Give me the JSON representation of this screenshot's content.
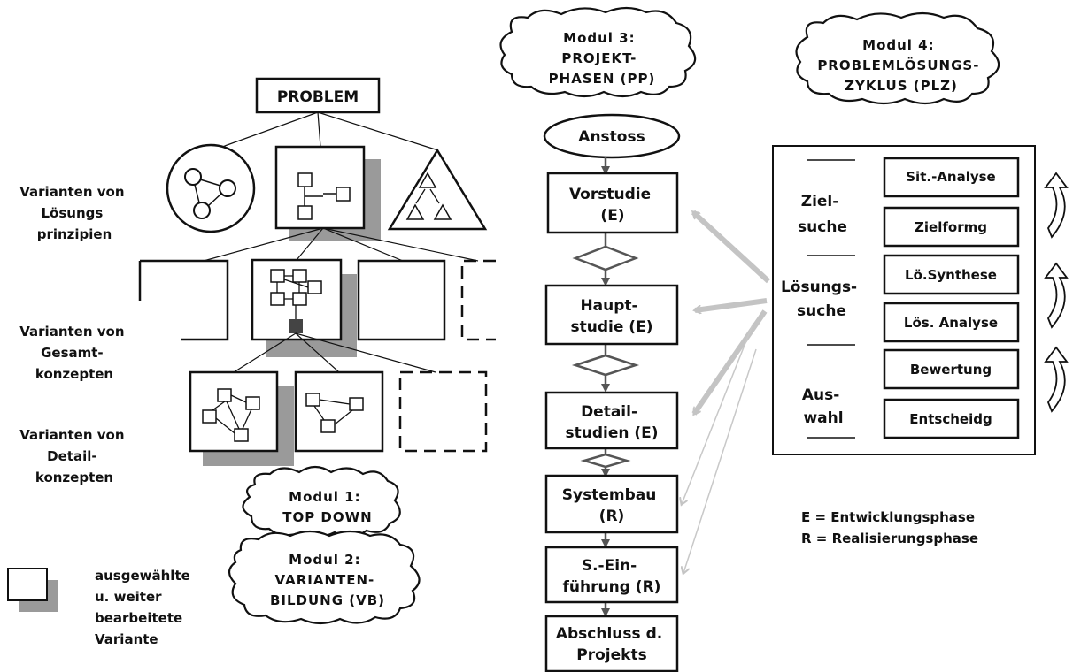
{
  "problem": "PROBLEM",
  "row_labels": {
    "loesungsprinzipien": [
      "Varianten von",
      "Lösungs",
      "prinzipien"
    ],
    "gesamtkonzepte": [
      "Varianten von",
      "Gesamt-",
      "konzepten"
    ],
    "detailkonzepte": [
      "Varianten von",
      "Detail-",
      "konzepten"
    ]
  },
  "modules": {
    "m1": [
      "Modul 1:",
      "TOP DOWN"
    ],
    "m2": [
      "Modul 2:",
      "VARIANTEN-",
      "BILDUNG (VB)"
    ],
    "m3": [
      "Modul 3:",
      "PROJEKT-",
      "PHASEN (PP)"
    ],
    "m4": [
      "Modul 4:",
      "PROBLEMLÖSUNGS-",
      "ZYKLUS (PLZ)"
    ]
  },
  "legend": {
    "text": [
      "ausgewählte",
      "u. weiter",
      "bearbeitete",
      "Variante"
    ],
    "e": "E = Entwicklungsphase",
    "r": "R = Realisierungsphase"
  },
  "phases": {
    "start": "Anstoss",
    "steps": [
      [
        "Vorstudie",
        "(E)"
      ],
      [
        "Haupt-",
        "studie (E)"
      ],
      [
        "Detail-",
        "studien (E)"
      ],
      [
        "Systembau",
        "(R)"
      ],
      [
        "S.-Ein-",
        "führung (R)"
      ],
      [
        "Abschluss d.",
        "Projekts"
      ]
    ]
  },
  "cycle": {
    "groups": [
      [
        "Ziel-",
        "suche"
      ],
      [
        "Lösungs-",
        "suche"
      ],
      [
        "Aus-",
        "wahl"
      ]
    ],
    "steps": [
      "Sit.-Analyse",
      "Zielformg",
      "Lö.Synthese",
      "Lös. Analyse",
      "Bewertung",
      "Entscheidg"
    ]
  },
  "colors": {
    "shadow": "#9a9a9a",
    "arrow": "#c4c4c4",
    "flow_arrow": "#555555"
  }
}
